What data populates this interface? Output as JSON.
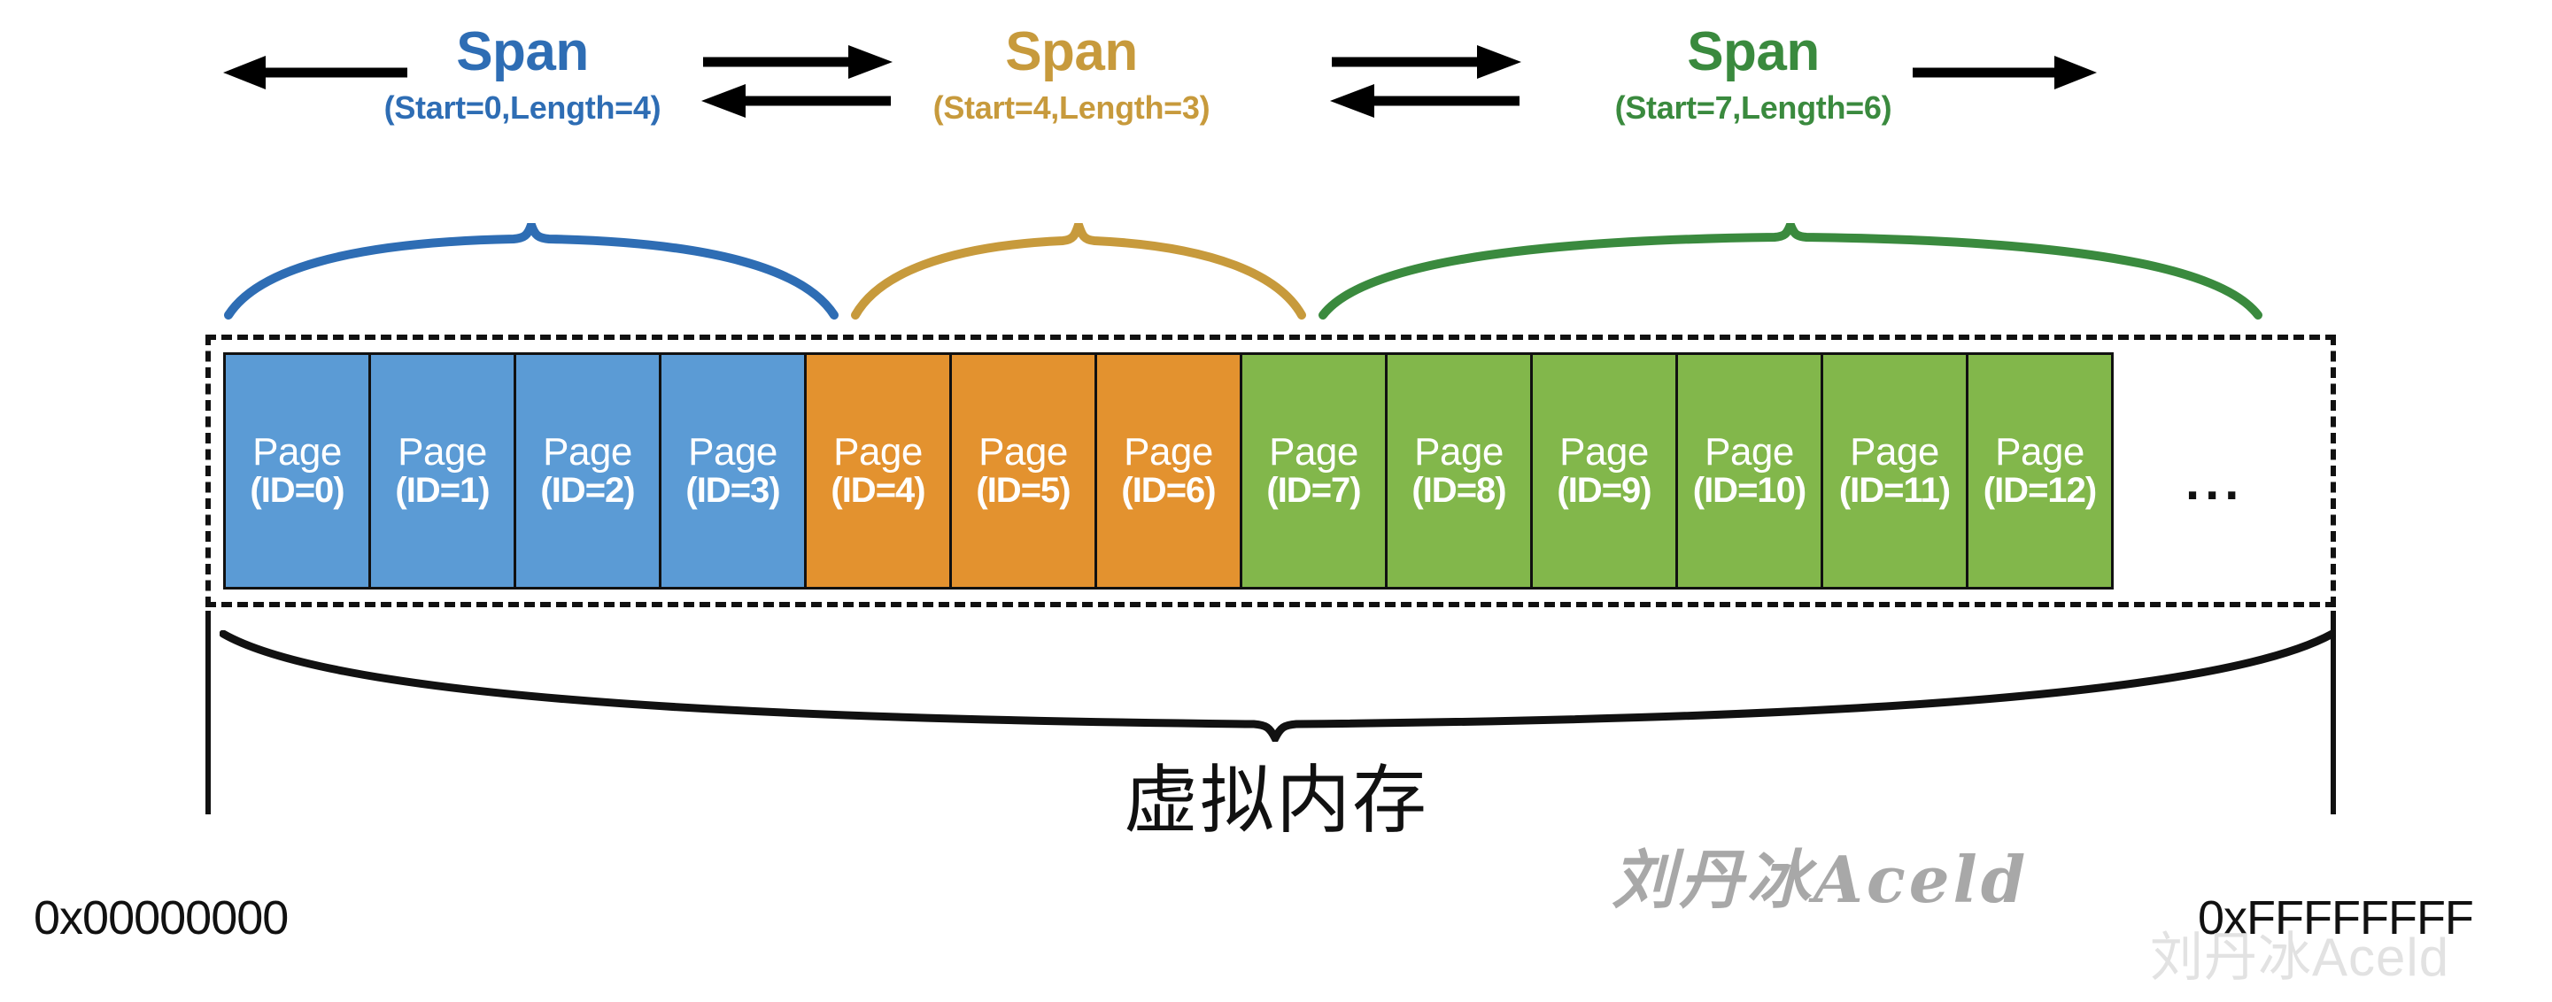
{
  "diagram": {
    "title_cn": "虚拟内存",
    "address_low": "0x00000000",
    "address_high": "0xFFFFFFFF",
    "ellipsis": "...",
    "colors": {
      "span_blue": "#2E6DB4",
      "span_gold": "#C79A3C",
      "span_green": "#3A8A3E",
      "page_blue": "#5B9BD5",
      "page_orange": "#E3922F",
      "page_green": "#82B74B",
      "outline": "#111111"
    }
  },
  "spans": [
    {
      "title": "Span",
      "subtitle": "(Start=0,Length=4)",
      "color": "#2E6DB4",
      "start": 0,
      "length": 4
    },
    {
      "title": "Span",
      "subtitle": "(Start=4,Length=3)",
      "color": "#C79A3C",
      "start": 4,
      "length": 3
    },
    {
      "title": "Span",
      "subtitle": "(Start=7,Length=6)",
      "color": "#3A8A3E",
      "start": 7,
      "length": 6
    }
  ],
  "arrows": [
    {
      "name": "left-outward-arrow",
      "direction": "left"
    },
    {
      "name": "span1-span2-right-arrow",
      "direction": "right"
    },
    {
      "name": "span2-span1-left-arrow",
      "direction": "left"
    },
    {
      "name": "span2-span3-right-arrow",
      "direction": "right"
    },
    {
      "name": "span3-span2-left-arrow",
      "direction": "left"
    },
    {
      "name": "right-outward-arrow",
      "direction": "right"
    }
  ],
  "pages": [
    {
      "word": "Page",
      "id": "(ID=0)",
      "group": "blue"
    },
    {
      "word": "Page",
      "id": "(ID=1)",
      "group": "blue"
    },
    {
      "word": "Page",
      "id": "(ID=2)",
      "group": "blue"
    },
    {
      "word": "Page",
      "id": "(ID=3)",
      "group": "blue"
    },
    {
      "word": "Page",
      "id": "(ID=4)",
      "group": "orange"
    },
    {
      "word": "Page",
      "id": "(ID=5)",
      "group": "orange"
    },
    {
      "word": "Page",
      "id": "(ID=6)",
      "group": "orange"
    },
    {
      "word": "Page",
      "id": "(ID=7)",
      "group": "green"
    },
    {
      "word": "Page",
      "id": "(ID=8)",
      "group": "green"
    },
    {
      "word": "Page",
      "id": "(ID=9)",
      "group": "green"
    },
    {
      "word": "Page",
      "id": "(ID=10)",
      "group": "green"
    },
    {
      "word": "Page",
      "id": "(ID=11)",
      "group": "green"
    },
    {
      "word": "Page",
      "id": "(ID=12)",
      "group": "green"
    }
  ],
  "watermarks": {
    "center": "刘丹冰Aceld",
    "corner": "刘丹冰Aceld"
  }
}
